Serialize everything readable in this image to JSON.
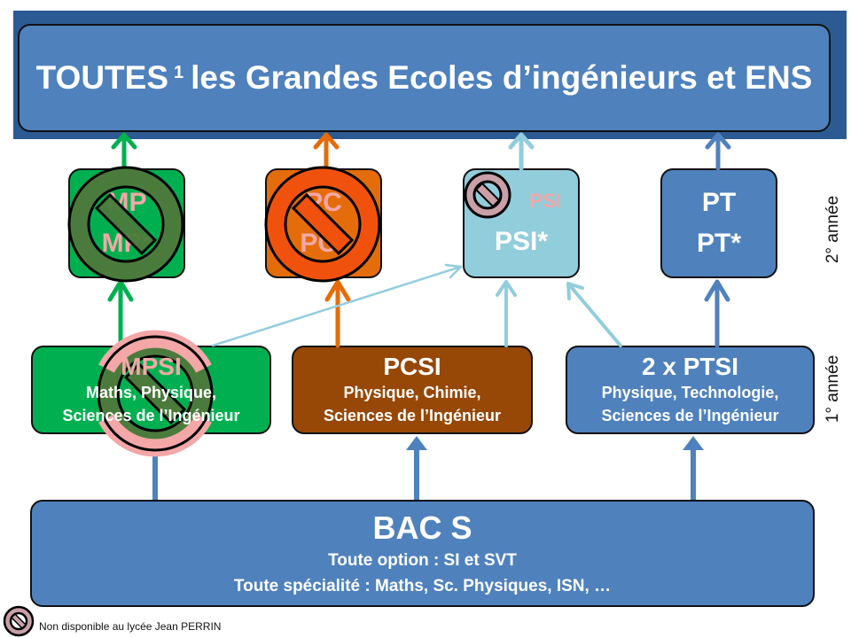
{
  "top": {
    "title_a": "TOUTES",
    "sup": "1",
    "title_b": "les Grandes Ecoles d’ingénieurs et ENS"
  },
  "second_year": {
    "mp": {
      "line1": "MP",
      "line2": "MP*",
      "available": false
    },
    "pc": {
      "line1": "PC",
      "line2": "PC*",
      "available": false
    },
    "psi": {
      "line1": "PSI",
      "line2": "PSI*",
      "psi_available": false
    },
    "pt": {
      "line1": "PT",
      "line2": "PT*"
    }
  },
  "first_year": {
    "mpsi": {
      "title": "MPSI",
      "line1": "Maths, Physique,",
      "line2": "Sciences de l’Ingénieur",
      "available": false
    },
    "pcsi": {
      "title": "PCSI",
      "line1": "Physique, Chimie,",
      "line2": "Sciences de l’Ingénieur"
    },
    "ptsi": {
      "title": "2 x PTSI",
      "line1": "Physique, Technologie,",
      "line2": "Sciences de l’Ingénieur"
    }
  },
  "bac": {
    "title": "BAC S",
    "line1": "Toute option : SI et SVT",
    "line2": "Toute spécialité : Maths, Sc. Physiques, ISN, …"
  },
  "side_labels": {
    "year2": "2° année",
    "year1": "1° année"
  },
  "legend": {
    "text": "Non disponible au lycée Jean PERRIN"
  },
  "colors": {
    "mp": "#00b050",
    "pc": "#e46c0a",
    "psi": "#92cddc",
    "pt": "#4f81bd",
    "pcsi": "#974706"
  }
}
